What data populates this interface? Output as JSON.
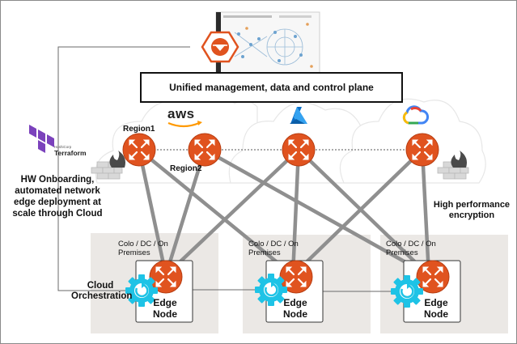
{
  "header": {
    "plane_label": "Unified management, data and control plane"
  },
  "clouds": {
    "aws_label": "aws",
    "region1_label": "Region1",
    "region2_label": "Region2",
    "icons": [
      "aws-logo-icon",
      "azure-logo-icon",
      "google-cloud-logo-icon"
    ]
  },
  "terraform": {
    "brand_small": "HashiCorp",
    "brand": "Terraform"
  },
  "notes": {
    "hw_onboarding": "HW Onboarding, automated network edge deployment at scale through Cloud",
    "high_performance": "High performance encryption",
    "cloud_orchestration": "Cloud Orchestration"
  },
  "sites": [
    {
      "colo_label": "Colo / DC / On Premises",
      "edge_label": "Edge Node"
    },
    {
      "colo_label": "Colo / DC / On Premises",
      "edge_label": "Edge Node"
    },
    {
      "colo_label": "Colo / DC / On Premises",
      "edge_label": "Edge Node"
    }
  ],
  "colors": {
    "router": "#e0531f",
    "gear": "#1ec3e6",
    "site_bg": "#ebe8e5",
    "terraform": "#7b42bc",
    "azure": "#0078d4",
    "link": "#8f8f8f"
  }
}
